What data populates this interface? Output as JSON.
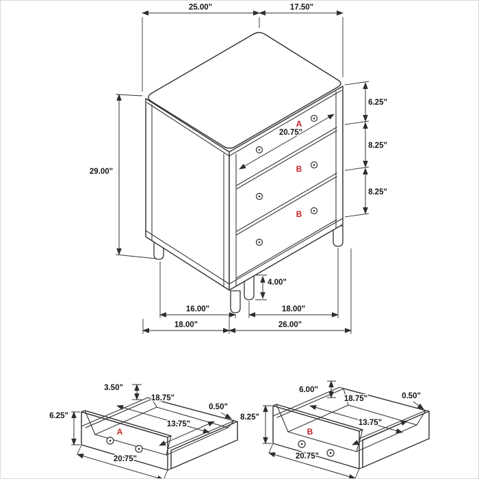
{
  "colors": {
    "line": "#2e2e2e",
    "dimension_text": "#141414",
    "drawer_label_red": "#c42127",
    "background": "#ffffff"
  },
  "main_view": {
    "description": "3-drawer chest isometric dimension view",
    "top_width": "25.00\"",
    "top_depth": "17.50\"",
    "overall_height": "29.00\"",
    "drawer_a_height": "6.25\"",
    "drawer_b1_height": "8.25\"",
    "drawer_b2_height": "8.25\"",
    "drawer_inner_width": "20.75\"",
    "leg_height": "4.00\"",
    "leg_span_left": "16.00\"",
    "leg_span_right": "18.00\"",
    "base_depth": "18.00\"",
    "base_width": "26.00\"",
    "drawer_labels": {
      "top": "A",
      "middle": "B",
      "bottom": "B"
    }
  },
  "drawer_a_detail": {
    "label": "A",
    "side_height": "3.50\"",
    "inner_width": "18.75\"",
    "wall_thickness": "0.50\"",
    "front_height": "6.25\"",
    "inner_depth": "13.75\"",
    "outer_width": "20.75\""
  },
  "drawer_b_detail": {
    "label": "B",
    "side_height": "6.00\"",
    "inner_width": "18.75\"",
    "wall_thickness": "0.50\"",
    "front_height": "8.25\"",
    "inner_depth": "13.75\"",
    "outer_width": "20.75\""
  }
}
